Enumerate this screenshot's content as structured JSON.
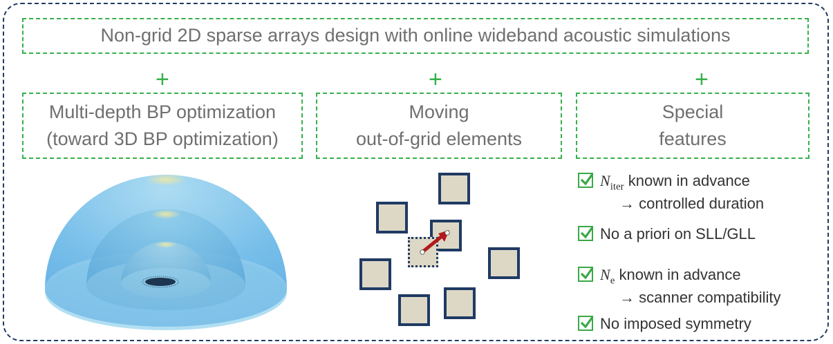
{
  "title": "Non-grid 2D sparse arrays design with online wideband acoustic simulations",
  "plus_sign": "+",
  "columns": [
    {
      "line1": "Multi-depth BP optimization",
      "line2": "(toward 3D BP optimization)"
    },
    {
      "line1": "Moving",
      "line2": "out-of-grid elements"
    },
    {
      "line1": "Special",
      "line2": "features"
    }
  ],
  "features": [
    {
      "symbol": "N",
      "subscript": "iter",
      "text": " known in advance",
      "sub_text": "→ controlled duration"
    },
    {
      "text": "No a priori on SLL/GLL"
    },
    {
      "symbol": "N",
      "subscript": "e",
      "text": " known in advance",
      "sub_text": "→ scanner compatibility"
    },
    {
      "text": "No imposed symmetry"
    }
  ],
  "colors": {
    "frame": "#1f3a63",
    "green": "#36b04a",
    "element_fill": "#ddd8c6",
    "arrow": "#b3191c"
  },
  "icons": {
    "check": "checkbox-checked-icon"
  }
}
